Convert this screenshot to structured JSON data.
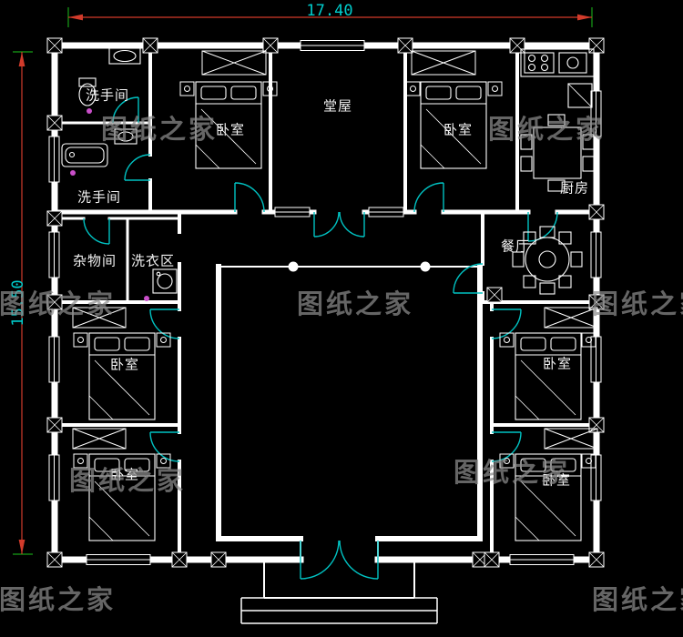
{
  "drawing": {
    "dimensions": {
      "width": "17.40",
      "height": "15.50"
    },
    "rooms": {
      "hall": "堂屋",
      "bedroom": "卧室",
      "kitchen": "厨房",
      "dining": "餐厅",
      "washroom": "洗手间",
      "storage": "杂物间",
      "laundry": "洗衣区"
    },
    "watermark": "图纸之家",
    "colors": {
      "background": "#000000",
      "walls": "#ffffff",
      "doors_windows": "#00c2c2",
      "dimension_line": "#d23b2b",
      "extension_line": "#17a017",
      "dimension_text": "#00cdcd",
      "watermark": "#8d8d8d",
      "fixture_accent": "#c94fc9"
    }
  }
}
